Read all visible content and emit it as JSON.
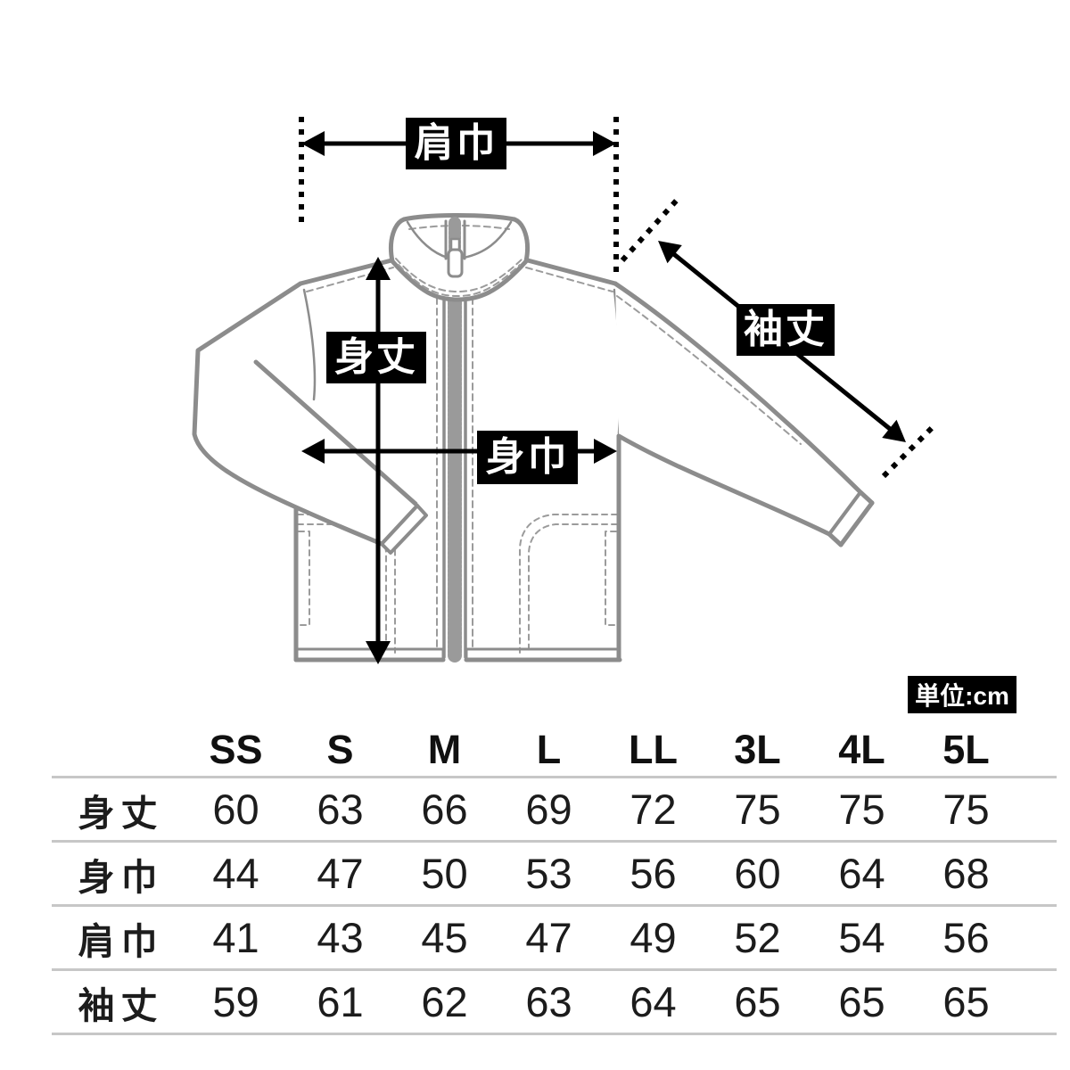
{
  "diagram": {
    "labels": {
      "shoulder_width": "肩巾",
      "body_length": "身丈",
      "body_width": "身巾",
      "sleeve_length": "袖丈"
    },
    "unit_badge": "単位:cm",
    "illustration": "zip-up-fleece-jacket-line-drawing"
  },
  "size_table": {
    "columns": [
      "SS",
      "S",
      "M",
      "L",
      "LL",
      "3L",
      "4L",
      "5L"
    ],
    "rows": [
      {
        "label": "身丈",
        "values": [
          "60",
          "63",
          "66",
          "69",
          "72",
          "75",
          "75",
          "75"
        ]
      },
      {
        "label": "身巾",
        "values": [
          "44",
          "47",
          "50",
          "53",
          "56",
          "60",
          "64",
          "68"
        ]
      },
      {
        "label": "肩巾",
        "values": [
          "41",
          "43",
          "45",
          "47",
          "49",
          "52",
          "54",
          "56"
        ]
      },
      {
        "label": "袖丈",
        "values": [
          "59",
          "61",
          "62",
          "63",
          "64",
          "65",
          "65",
          "65"
        ]
      }
    ]
  },
  "colors": {
    "jacket_outline": "#8c8c8c",
    "stitch_dashed": "#9b9b9b",
    "annotation": "#000000",
    "table_rule": "#c7c7c7",
    "label_text": "#ffffff"
  }
}
